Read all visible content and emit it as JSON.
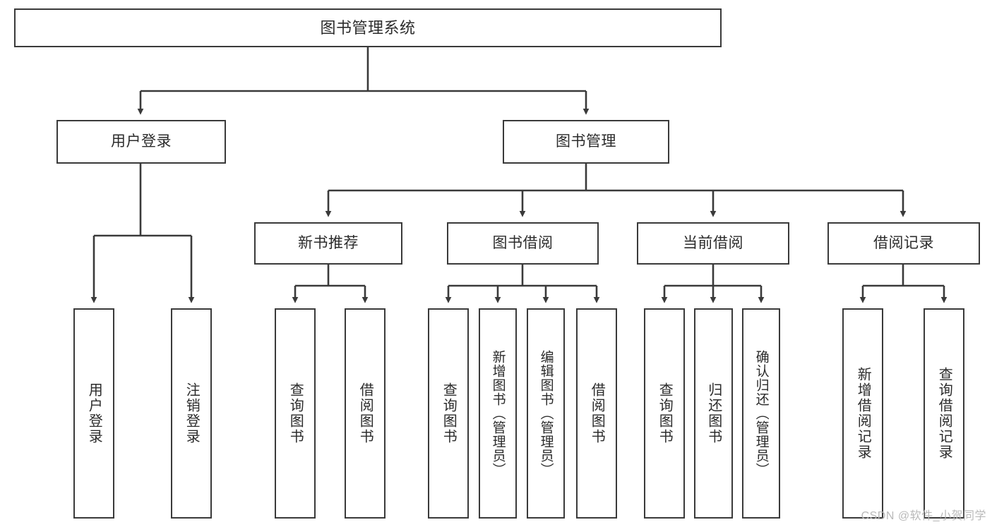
{
  "diagram": {
    "title": "图书管理系统",
    "type": "tree-hierarchy",
    "watermark": "CSDN @软件_小贺同学",
    "colors": {
      "border": "#3a3a3a",
      "text": "#2b2b2b",
      "background": "#ffffff",
      "edge": "#3a3a3a",
      "watermark": "#b9b9b9"
    }
  },
  "nodes": {
    "root": {
      "label": "图书管理系统"
    },
    "level2": [
      {
        "id": "user-login",
        "label": "用户登录"
      },
      {
        "id": "book-management",
        "label": "图书管理"
      }
    ],
    "level3": [
      {
        "id": "new-book-recommend",
        "label": "新书推荐"
      },
      {
        "id": "book-borrow",
        "label": "图书借阅"
      },
      {
        "id": "current-borrow",
        "label": "当前借阅"
      },
      {
        "id": "borrow-record",
        "label": "借阅记录"
      }
    ],
    "leaves": {
      "user-login": [
        {
          "id": "leaf-user-login",
          "label": "用户登录"
        },
        {
          "id": "leaf-logout-login",
          "label": "注销登录"
        }
      ],
      "new-book-recommend": [
        {
          "id": "leaf-query-book-1",
          "label": "查询图书"
        },
        {
          "id": "leaf-borrow-book-1",
          "label": "借阅图书"
        }
      ],
      "book-borrow": [
        {
          "id": "leaf-query-book-2",
          "label": "查询图书"
        },
        {
          "id": "leaf-add-book",
          "label": "新增图书（管理员）"
        },
        {
          "id": "leaf-edit-book",
          "label": "编辑图书（管理员）"
        },
        {
          "id": "leaf-borrow-book-2",
          "label": "借阅图书"
        }
      ],
      "current-borrow": [
        {
          "id": "leaf-query-book-3",
          "label": "查询图书"
        },
        {
          "id": "leaf-return-book",
          "label": "归还图书"
        },
        {
          "id": "leaf-confirm-return",
          "label": "确认归还（管理员）"
        }
      ],
      "borrow-record": [
        {
          "id": "leaf-add-record",
          "label": "新增借阅记录"
        },
        {
          "id": "leaf-query-record",
          "label": "查询借阅记录"
        }
      ]
    }
  }
}
